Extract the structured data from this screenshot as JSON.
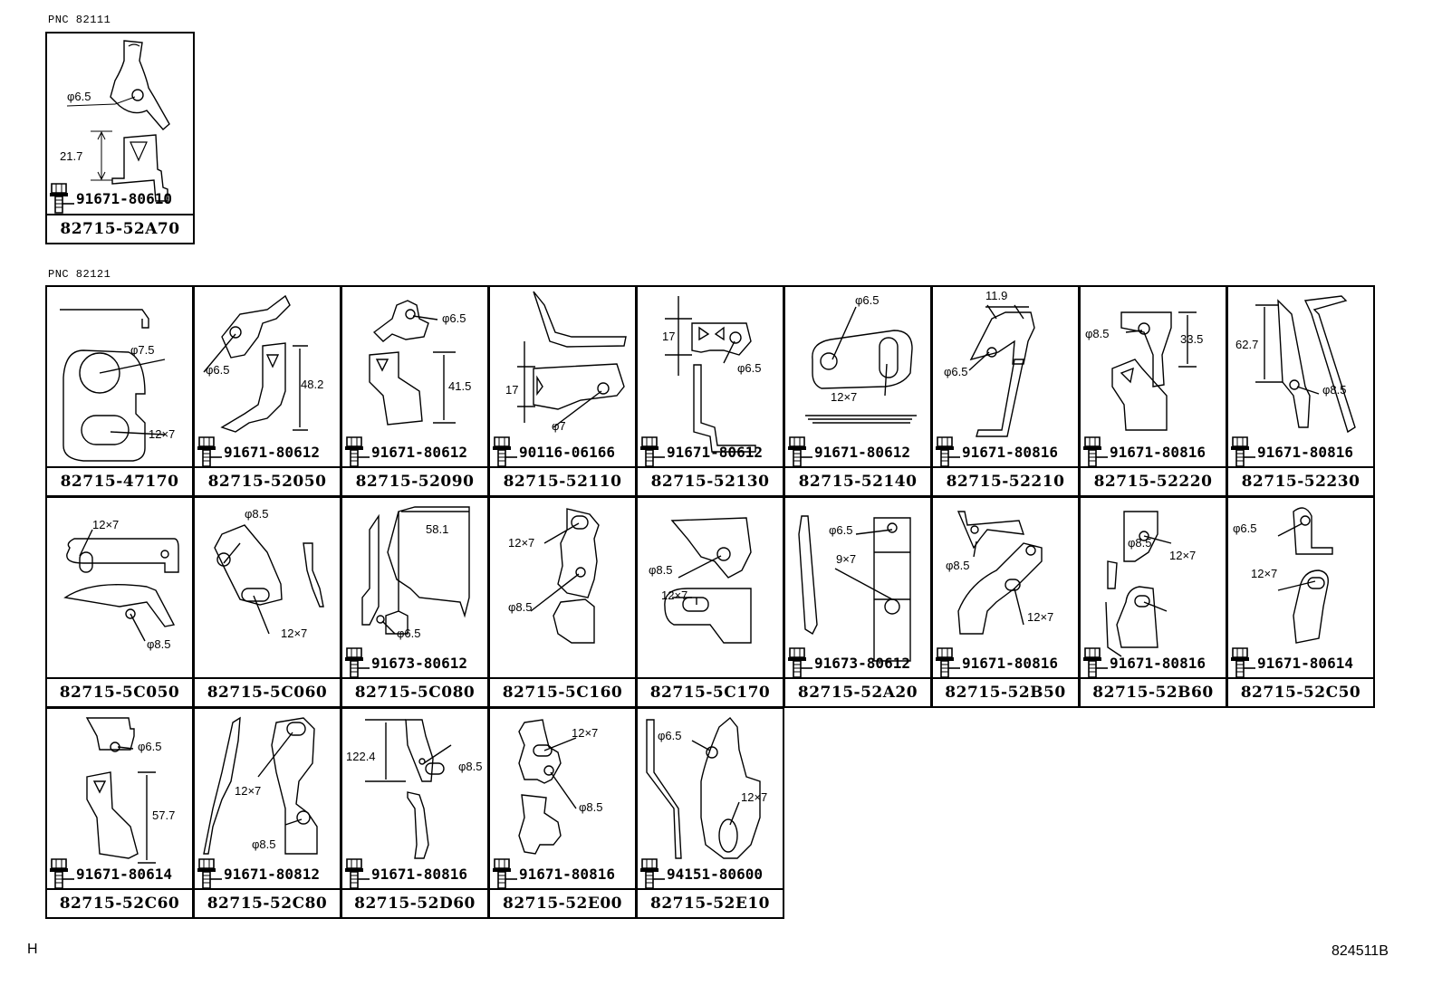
{
  "sections": [
    {
      "pnc": "PNC 82111"
    },
    {
      "pnc": "PNC 82121"
    }
  ],
  "top_part": {
    "part_no": "82715-52A70",
    "bolt": "91671-80610",
    "dims": [
      "φ6.5",
      "21.7"
    ]
  },
  "parts": [
    {
      "part_no": "82715-47170",
      "bolt": "",
      "dims": [
        "φ7.5",
        "12×7"
      ]
    },
    {
      "part_no": "82715-52050",
      "bolt": "91671-80612",
      "dims": [
        "φ6.5",
        "48.2"
      ]
    },
    {
      "part_no": "82715-52090",
      "bolt": "91671-80612",
      "dims": [
        "φ6.5",
        "41.5"
      ]
    },
    {
      "part_no": "82715-52110",
      "bolt": "90116-06166",
      "dims": [
        "17",
        "φ7"
      ]
    },
    {
      "part_no": "82715-52130",
      "bolt": "91671-80612",
      "dims": [
        "17",
        "φ6.5"
      ]
    },
    {
      "part_no": "82715-52140",
      "bolt": "91671-80612",
      "dims": [
        "φ6.5",
        "12×7"
      ]
    },
    {
      "part_no": "82715-52210",
      "bolt": "91671-80816",
      "dims": [
        "11.9",
        "φ6.5"
      ]
    },
    {
      "part_no": "82715-52220",
      "bolt": "91671-80816",
      "dims": [
        "φ8.5",
        "33.5"
      ]
    },
    {
      "part_no": "82715-52230",
      "bolt": "91671-80816",
      "dims": [
        "62.7",
        "φ8.5"
      ]
    },
    {
      "part_no": "82715-5C050",
      "bolt": "",
      "dims": [
        "12×7",
        "φ8.5"
      ]
    },
    {
      "part_no": "82715-5C060",
      "bolt": "",
      "dims": [
        "φ8.5",
        "12×7"
      ]
    },
    {
      "part_no": "82715-5C080",
      "bolt": "91673-80612",
      "dims": [
        "58.1",
        "φ6.5"
      ]
    },
    {
      "part_no": "82715-5C160",
      "bolt": "",
      "dims": [
        "12×7",
        "φ8.5"
      ]
    },
    {
      "part_no": "82715-5C170",
      "bolt": "",
      "dims": [
        "φ8.5",
        "12×7"
      ]
    },
    {
      "part_no": "82715-52A20",
      "bolt": "91673-80612",
      "dims": [
        "φ6.5",
        "9×7"
      ]
    },
    {
      "part_no": "82715-52B50",
      "bolt": "91671-80816",
      "dims": [
        "φ8.5",
        "12×7"
      ]
    },
    {
      "part_no": "82715-52B60",
      "bolt": "91671-80816",
      "dims": [
        "φ8.5",
        "12×7"
      ]
    },
    {
      "part_no": "82715-52C50",
      "bolt": "91671-80614",
      "dims": [
        "φ6.5",
        "12×7"
      ]
    },
    {
      "part_no": "82715-52C60",
      "bolt": "91671-80614",
      "dims": [
        "φ6.5",
        "57.7"
      ]
    },
    {
      "part_no": "82715-52C80",
      "bolt": "91671-80812",
      "dims": [
        "12×7",
        "φ8.5"
      ]
    },
    {
      "part_no": "82715-52D60",
      "bolt": "91671-80816",
      "dims": [
        "122.4",
        "φ8.5"
      ]
    },
    {
      "part_no": "82715-52E00",
      "bolt": "91671-80816",
      "dims": [
        "12×7",
        "φ8.5"
      ]
    },
    {
      "part_no": "82715-52E10",
      "bolt": "94151-80600",
      "dims": [
        "φ6.5",
        "12×7"
      ]
    }
  ],
  "corner_left": "H",
  "corner_right": "824511B"
}
